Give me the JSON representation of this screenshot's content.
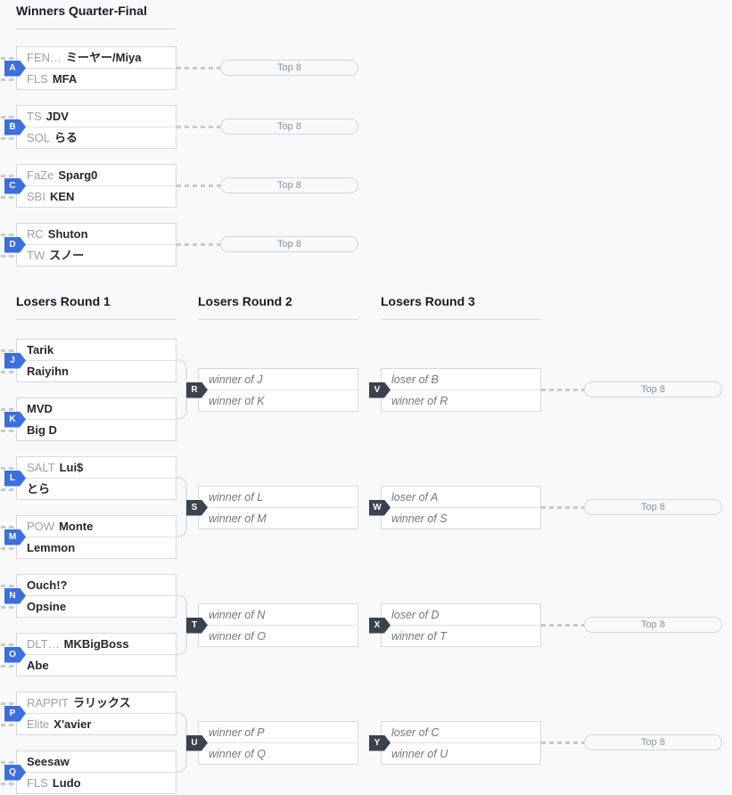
{
  "headers": {
    "winners_qf": "Winners Quarter-Final",
    "losers_r1": "Losers Round 1",
    "losers_r2": "Losers Round 2",
    "losers_r3": "Losers Round 3"
  },
  "top8_label": "Top 8",
  "colors": {
    "badge_blue": "#3c6edd",
    "badge_dark": "#3a424e",
    "box_border": "#d6d8da",
    "connector_gray": "#c7c9cd",
    "name_text": "#25272c",
    "prefix_text": "#9aa0a8",
    "placeholder_text": "#72777f",
    "background": "#f8f9fa"
  },
  "matches": {
    "A": {
      "letter": "A",
      "p1": {
        "prefix": "FEN…",
        "name": "ミーヤー/Miya"
      },
      "p2": {
        "prefix": "FLS",
        "name": "MFA"
      }
    },
    "B": {
      "letter": "B",
      "p1": {
        "prefix": "TS",
        "name": "JDV"
      },
      "p2": {
        "prefix": "SOL",
        "name": "らる"
      }
    },
    "C": {
      "letter": "C",
      "p1": {
        "prefix": "FaZe",
        "name": "Sparg0"
      },
      "p2": {
        "prefix": "SBI",
        "name": "KEN"
      }
    },
    "D": {
      "letter": "D",
      "p1": {
        "prefix": "RC",
        "name": "Shuton"
      },
      "p2": {
        "prefix": "TW",
        "name": "スノー"
      }
    },
    "J": {
      "letter": "J",
      "p1": {
        "prefix": "",
        "name": "Tarik"
      },
      "p2": {
        "prefix": "",
        "name": "Raiyihn"
      }
    },
    "K": {
      "letter": "K",
      "p1": {
        "prefix": "",
        "name": "MVD"
      },
      "p2": {
        "prefix": "",
        "name": "Big D"
      }
    },
    "L": {
      "letter": "L",
      "p1": {
        "prefix": "SALT",
        "name": "Lui$"
      },
      "p2": {
        "prefix": "",
        "name": "とら"
      }
    },
    "M": {
      "letter": "M",
      "p1": {
        "prefix": "POW",
        "name": "Monte"
      },
      "p2": {
        "prefix": "",
        "name": "Lemmon"
      }
    },
    "N": {
      "letter": "N",
      "p1": {
        "prefix": "",
        "name": "Ouch!?"
      },
      "p2": {
        "prefix": "",
        "name": "Opsine"
      }
    },
    "O": {
      "letter": "O",
      "p1": {
        "prefix": "DLT…",
        "name": "MKBigBoss"
      },
      "p2": {
        "prefix": "",
        "name": "Abe"
      }
    },
    "P": {
      "letter": "P",
      "p1": {
        "prefix": "RAPPIT",
        "name": "ラリックス"
      },
      "p2": {
        "prefix": "Elite",
        "name": "X'avier"
      }
    },
    "Q": {
      "letter": "Q",
      "p1": {
        "prefix": "",
        "name": "Seesaw"
      },
      "p2": {
        "prefix": "FLS",
        "name": "Ludo"
      }
    },
    "R": {
      "letter": "R",
      "p1": {
        "placeholder": "winner of J"
      },
      "p2": {
        "placeholder": "winner of K"
      }
    },
    "S": {
      "letter": "S",
      "p1": {
        "placeholder": "winner of L"
      },
      "p2": {
        "placeholder": "winner of M"
      }
    },
    "T": {
      "letter": "T",
      "p1": {
        "placeholder": "winner of N"
      },
      "p2": {
        "placeholder": "winner of O"
      }
    },
    "U": {
      "letter": "U",
      "p1": {
        "placeholder": "winner of P"
      },
      "p2": {
        "placeholder": "winner of Q"
      }
    },
    "V": {
      "letter": "V",
      "p1": {
        "placeholder": "loser of B"
      },
      "p2": {
        "placeholder": "winner of R"
      }
    },
    "W": {
      "letter": "W",
      "p1": {
        "placeholder": "loser of A"
      },
      "p2": {
        "placeholder": "winner of S"
      }
    },
    "X": {
      "letter": "X",
      "p1": {
        "placeholder": "loser of D"
      },
      "p2": {
        "placeholder": "winner of T"
      }
    },
    "Y": {
      "letter": "Y",
      "p1": {
        "placeholder": "loser of C"
      },
      "p2": {
        "placeholder": "winner of U"
      }
    }
  }
}
